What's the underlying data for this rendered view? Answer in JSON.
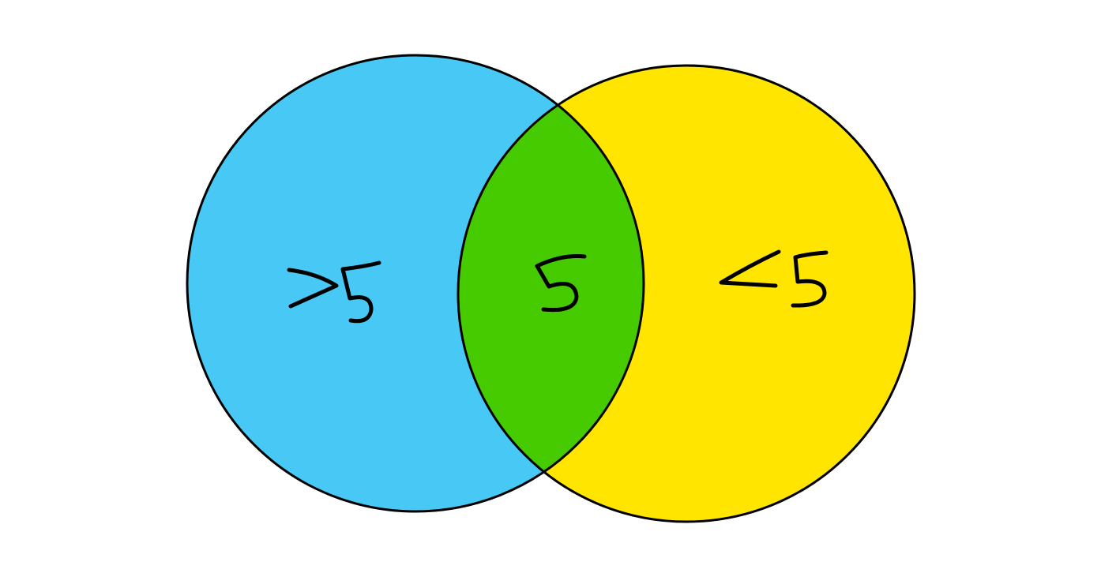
{
  "diagram": {
    "type": "venn",
    "sets": [
      {
        "id": "left",
        "label": ">5",
        "color": "#47c8f5"
      },
      {
        "id": "right",
        "label": "<5",
        "color": "#ffe500"
      }
    ],
    "intersection": {
      "label": "5",
      "color": "#46cb00"
    },
    "stroke_color": "#000000",
    "background": "#ffffff"
  }
}
